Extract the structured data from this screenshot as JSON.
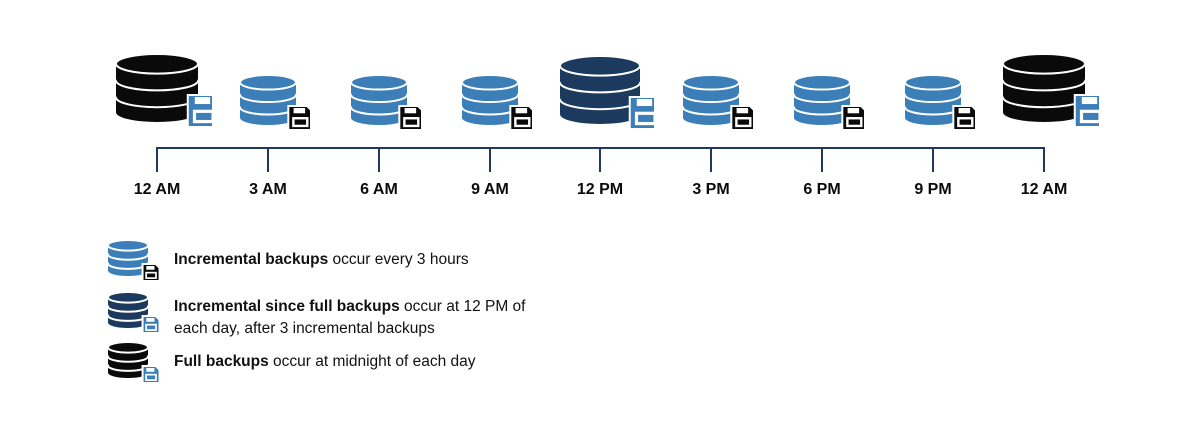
{
  "colors": {
    "incremental": "#3c7fb8",
    "since_full": "#1c3a5e",
    "full": "#0a0a0a",
    "axis": "#1c3a5e",
    "badge_dark": "#0a0a0a",
    "badge_blue": "#3c7fb8"
  },
  "timeline": {
    "labels": [
      "12 AM",
      "3 AM",
      "6 AM",
      "9 AM",
      "12 PM",
      "3 PM",
      "6 PM",
      "9 PM",
      "12 AM"
    ],
    "backup_types": [
      "full",
      "incremental",
      "incremental",
      "incremental",
      "since_full",
      "incremental",
      "incremental",
      "incremental",
      "full"
    ]
  },
  "legend": [
    {
      "icon": "incremental",
      "bold": "Incremental backups",
      "line1": " occur every 3 hours",
      "line2": ""
    },
    {
      "icon": "since_full",
      "bold": "Incremental since full backups",
      "line1": " occur at 12 PM of",
      "line2": "each day, after 3 incremental backups"
    },
    {
      "icon": "full",
      "bold": "Full backups",
      "line1": " occur at midnight of each day",
      "line2": ""
    }
  ]
}
